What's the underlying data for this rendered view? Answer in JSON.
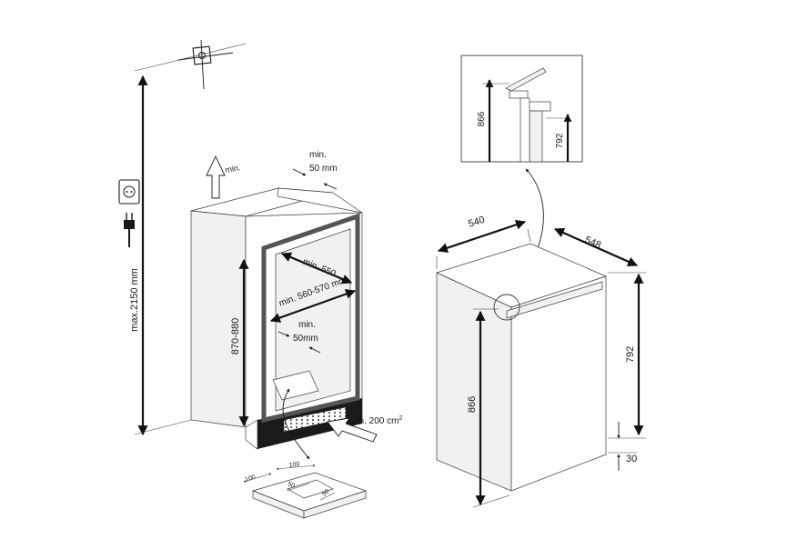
{
  "labels": {
    "height_max": "max.2150 mm",
    "niche_height": "870-880",
    "top_vent_min": "min.",
    "top_gap_min": "min.",
    "top_gap_value": "50 mm",
    "depth_min": "min. 550",
    "width_range": "min. 560-570 mm",
    "back_gap_min": "min.",
    "back_gap_value": "50mm",
    "vent_area": "min. 200 cm",
    "vent_area_sup": "2",
    "grille_dim_100a": "100",
    "grille_dim_100b": "100",
    "grille_dim_50a": "50",
    "grille_dim_50b": "50",
    "appliance_width": "540",
    "appliance_depth": "548",
    "appliance_height_total": "866",
    "appliance_height_body": "792",
    "appliance_foot": "30",
    "detail_height_total": "866",
    "detail_height_body": "792"
  },
  "icons": [
    "wall-socket-icon",
    "power-plug-icon",
    "ceiling-anchor-icon",
    "airflow-arrow-icon"
  ]
}
